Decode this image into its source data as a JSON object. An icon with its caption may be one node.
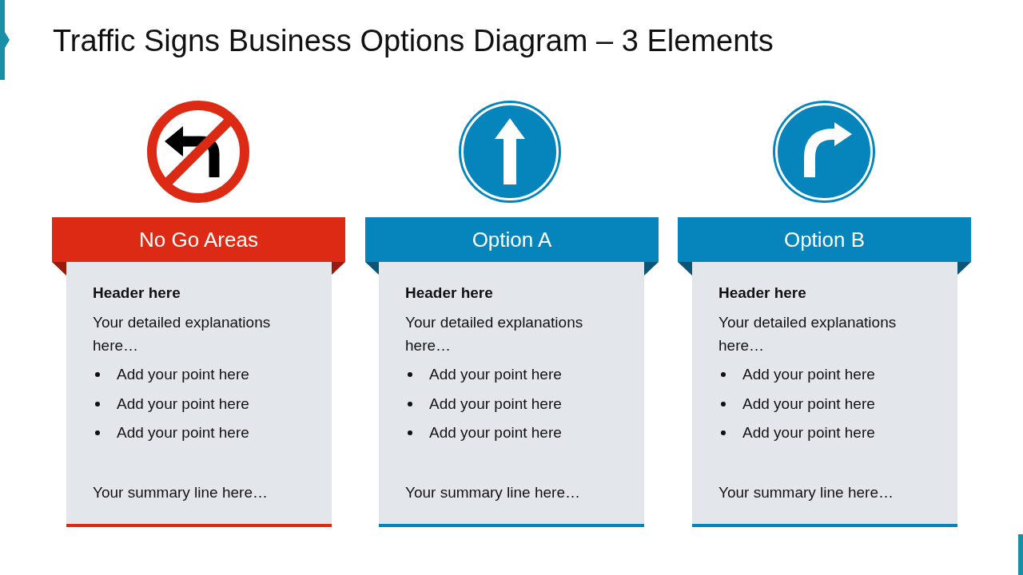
{
  "diagram": {
    "title": "Traffic Signs Business Options Diagram – 3 Elements",
    "nodes": [
      {
        "text": [
          "No Go Areas"
        ]
      },
      {
        "text": [
          "Header here",
          "Your detailed explanations here…",
          "Add your point here",
          "Add your point here",
          "Add your point here",
          "Your summary line here…"
        ]
      },
      {
        "text": [
          "Option A"
        ]
      },
      {
        "text": [
          "Header here",
          "Your detailed explanations here…",
          "Add your point here",
          "Add your point here",
          "Add your point here",
          "Your summary line here…"
        ]
      },
      {
        "text": [
          "Option B"
        ]
      },
      {
        "text": [
          "Header here",
          "Your detailed explanations here…",
          "Add your point here",
          "Add your point here",
          "Add your point here",
          "Your summary line here…"
        ]
      }
    ]
  }
}
